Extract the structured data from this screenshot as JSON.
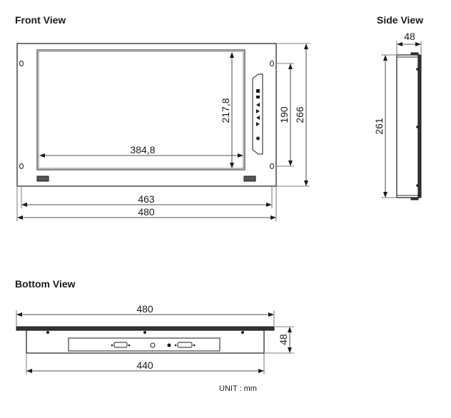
{
  "titles": {
    "front": "Front View",
    "side": "Side View",
    "bottom": "Bottom View"
  },
  "unit": "UNIT : mm",
  "dimensions": {
    "front_screen_width": "384,8",
    "front_screen_height": "217,8",
    "front_inner_width": "463",
    "front_outer_width": "480",
    "front_hole_spacing": "190",
    "front_height": "266",
    "side_depth": "48",
    "side_height": "261",
    "bottom_outer_width": "480",
    "bottom_inner_width": "440",
    "bottom_depth": "48"
  },
  "colors": {
    "line": "#1a1a1a",
    "dim_line": "#555555",
    "background": "#ffffff"
  }
}
